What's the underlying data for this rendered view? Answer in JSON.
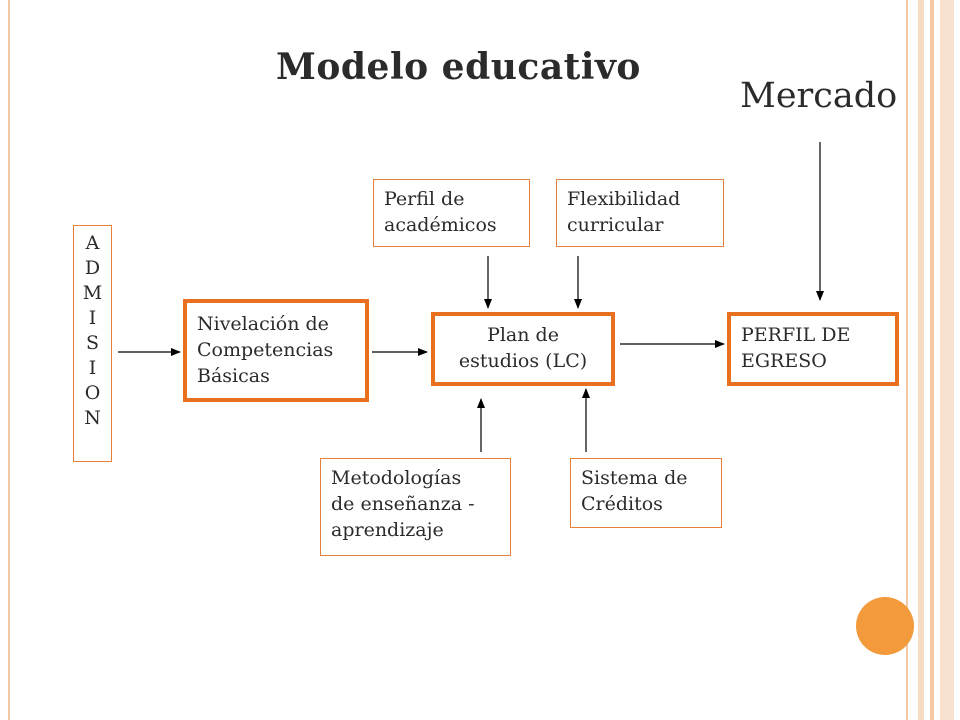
{
  "title": "Modelo educativo",
  "mercado": "Mercado",
  "admision_letters": [
    "A",
    "D",
    "M",
    "I",
    "S",
    "I",
    "O",
    "N"
  ],
  "nodes": {
    "nivelacion": [
      "Nivelación de",
      "Competencias",
      "Básicas"
    ],
    "plan": [
      "Plan de",
      "estudios (LC)"
    ],
    "perfil_egreso": [
      "PERFIL DE",
      "EGRESO"
    ],
    "perfil_academicos": [
      "Perfil de",
      "académicos"
    ],
    "flexibilidad": [
      "Flexibilidad",
      "curricular"
    ],
    "metodologias": [
      "Metodologías",
      "de enseñanza -",
      "aprendizaje"
    ],
    "creditos": [
      "Sistema de",
      "Créditos"
    ]
  },
  "colors": {
    "accent": "#e8701f",
    "border_light": "#e8803a",
    "circle": "#f39a3c",
    "stripe": "#f2c9a4"
  }
}
